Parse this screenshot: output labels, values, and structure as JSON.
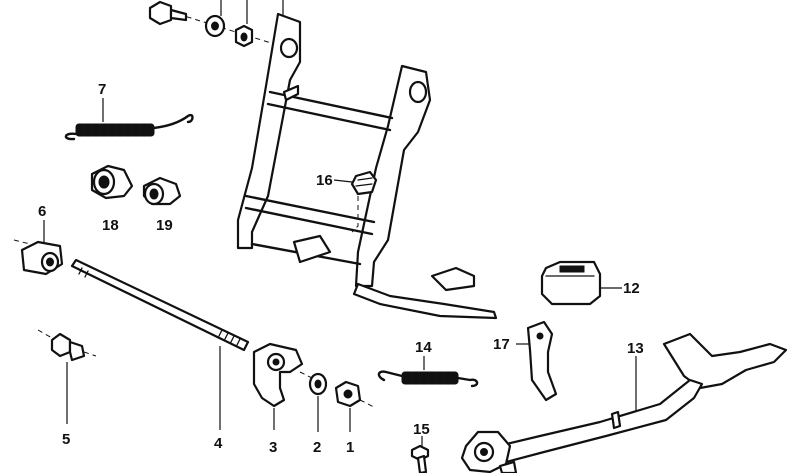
{
  "callouts": [
    {
      "id": "c1",
      "label": "1"
    },
    {
      "id": "c2",
      "label": "2"
    },
    {
      "id": "c3",
      "label": "3"
    },
    {
      "id": "c4",
      "label": "4"
    },
    {
      "id": "c5",
      "label": "5"
    },
    {
      "id": "c6",
      "label": "6"
    },
    {
      "id": "c7",
      "label": "7"
    },
    {
      "id": "c12",
      "label": "12"
    },
    {
      "id": "c13",
      "label": "13"
    },
    {
      "id": "c14",
      "label": "14"
    },
    {
      "id": "c15",
      "label": "15"
    },
    {
      "id": "c16",
      "label": "16"
    },
    {
      "id": "c17",
      "label": "17"
    },
    {
      "id": "c18",
      "label": "18"
    },
    {
      "id": "c19",
      "label": "19"
    }
  ],
  "colors": {
    "ink": "#111111",
    "paper": "#ffffff"
  }
}
